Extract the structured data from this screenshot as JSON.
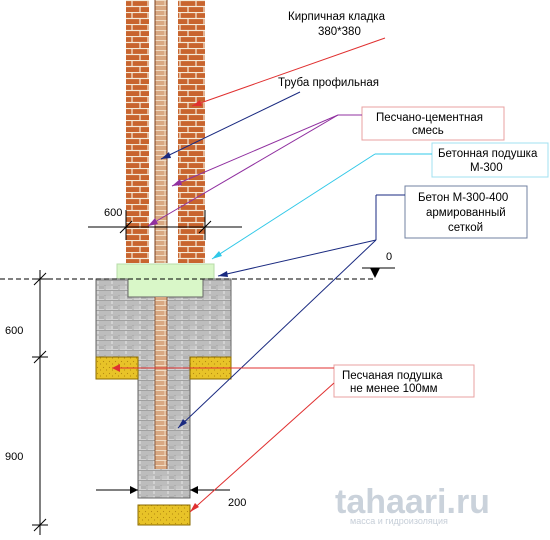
{
  "labels": {
    "brickwork_line1": "Кирпичная кладка",
    "brickwork_line2": "380*380",
    "profile_pipe": "Труба профильная",
    "sand_cement_line1": "Песчано-цементная",
    "sand_cement_line2": "смесь",
    "concrete_pad_line1": "Бетонная подушка",
    "concrete_pad_line2": "М-300",
    "reinforced_line1": "Бетон М-300-400",
    "reinforced_line2": "армированный",
    "reinforced_line3": "сеткой",
    "sand_pad_line1": "Песчаная подушка",
    "sand_pad_line2": "не менее 100мм"
  },
  "dimensions": {
    "column_width": "600",
    "zero_level": "0",
    "upper_depth": "600",
    "lower_depth": "900",
    "pillar_width": "200"
  },
  "watermark": {
    "brand": "tahaari.ru",
    "subtitle": "масса и гидроизоляция"
  },
  "colors": {
    "brick": "#c8642e",
    "mortar": "#f4ead8",
    "gravel_block": "#cfcfcf",
    "concrete_pad": "#d9f7c8",
    "sand": "#e8c328",
    "core": "#d9a882",
    "leader_red": "#e03030",
    "leader_purple": "#9030a0",
    "leader_navy": "#1a2a80",
    "leader_cyan": "#30c8e8"
  }
}
